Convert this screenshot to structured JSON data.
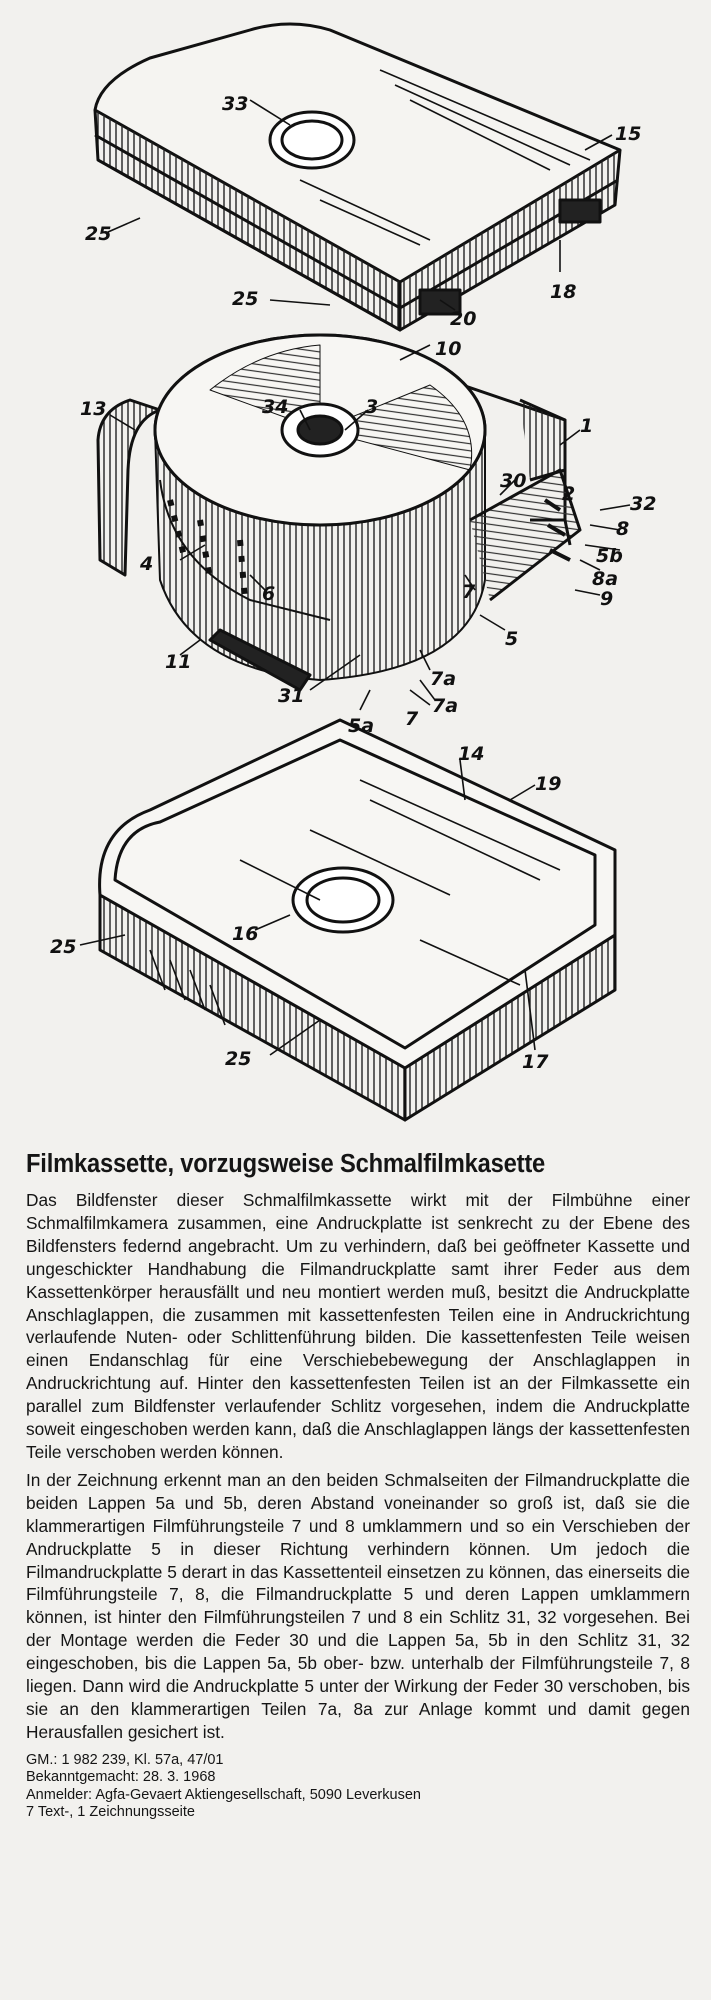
{
  "figure": {
    "labels": [
      "33",
      "15",
      "25",
      "25",
      "20",
      "18",
      "10",
      "13",
      "34",
      "3",
      "1",
      "30",
      "2",
      "32",
      "8",
      "5b",
      "8a",
      "4",
      "6",
      "9",
      "7",
      "5",
      "11",
      "31",
      "7a",
      "7a",
      "5a",
      "7",
      "14",
      "19",
      "25",
      "16",
      "25",
      "17"
    ]
  },
  "article": {
    "title": "Filmkassette, vorzugsweise Schmalfilmkasette",
    "paragraphs": [
      "Das Bildfenster dieser Schmalfilmkassette wirkt mit der Filmbühne einer Schmalfilmkamera zusammen, eine Andruckplatte ist senkrecht zu der Ebene des Bildfensters federnd angebracht. Um zu verhindern, daß bei geöffneter Kassette und ungeschickter Handhabung die Filmandruckplatte samt ihrer Feder aus dem Kassettenkörper herausfällt und neu montiert werden muß, besitzt die Andruckplatte Anschlaglappen, die zusammen mit kassettenfesten Teilen eine in Andruckrichtung verlaufende Nuten- oder Schlittenführung bilden. Die kassettenfesten Teile weisen einen Endanschlag für eine Verschiebebewegung der Anschlaglappen in Andruckrichtung auf. Hinter den kassettenfesten Teilen ist an der Filmkassette ein parallel zum Bildfenster verlaufender Schlitz vorgesehen, indem die Andruckplatte soweit eingeschoben werden kann, daß die Anschlaglappen längs der kassettenfesten Teile verschoben werden können.",
      "In der Zeichnung erkennt man an den beiden Schmalseiten der Filmandruckplatte die beiden Lappen 5a und 5b, deren Abstand voneinander so groß ist, daß sie die klammerartigen Filmführungsteile 7 und 8 umklammern und so ein Verschieben der Andruckplatte 5 in dieser Richtung verhindern können. Um jedoch die Filmandruckplatte 5 derart in das Kassettenteil einsetzen zu können, das einerseits die Filmführungsteile 7, 8, die Filmandruckplatte 5 und deren Lappen umklammern können, ist hinter den Filmführungsteilen 7 und 8 ein Schlitz 31, 32 vorgesehen. Bei der Montage werden die Feder 30 und die Lappen 5a, 5b in den Schlitz 31, 32 eingeschoben, bis die Lappen 5a, 5b ober- bzw. unterhalb der Filmführungsteile 7, 8 liegen. Dann wird die Andruckplatte 5 unter der Wirkung der Feder 30 verschoben, bis sie an den klammerartigen Teilen 7a, 8a zur Anlage kommt und damit gegen Herausfallen gesichert ist."
    ],
    "meta": [
      "GM.: 1 982 239, Kl. 57a, 47/01",
      "Bekanntgemacht: 28. 3. 1968",
      "Anmelder: Agfa-Gevaert Aktiengesellschaft, 5090 Leverkusen",
      "7 Text-, 1 Zeichnungsseite"
    ]
  }
}
